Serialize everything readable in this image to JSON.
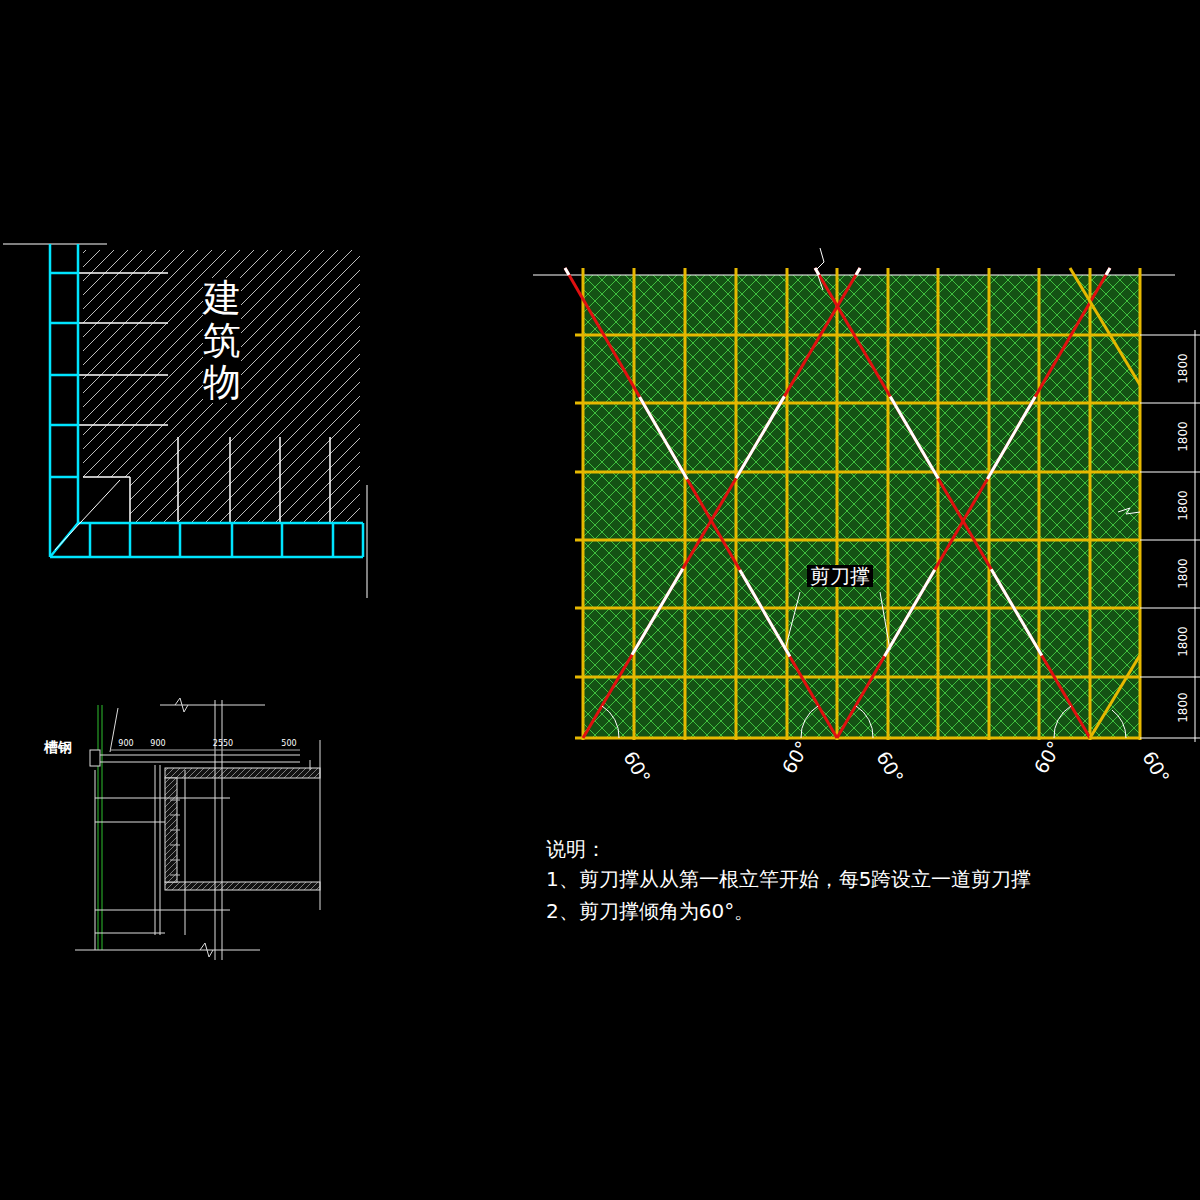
{
  "diagram": {
    "nodes": [
      {
        "text": [
          "建筑物"
        ]
      }
    ],
    "labels": [
      "槽钢",
      "900",
      "900",
      "2550",
      "500",
      "1800",
      "1800",
      "1800",
      "1800",
      "1800",
      "1800",
      "剪刀撑",
      "60°",
      "60°",
      "60°",
      "60°",
      "60°",
      "说明：",
      "1、剪刀撑从从第一根立竿开始，每5跨设立一道剪刀撑",
      "2、剪刀撑倾角为60°。"
    ]
  }
}
